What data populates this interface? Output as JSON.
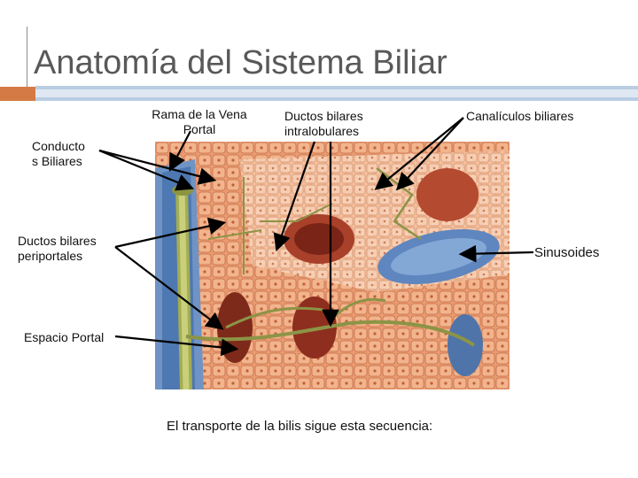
{
  "title": "Anatomía del Sistema Biliar",
  "labels": {
    "conductos_biliares": "Conducto\ns Biliares",
    "rama_vena_portal": "Rama de la Vena\nPortal",
    "ductos_intralobulares": "Ductos bilares\nintralobulares",
    "canaliculos": "Canalículos biliares",
    "ductos_periportales": "Ductos bilares\nperiportales",
    "sinusoides": "Sinusoides",
    "espacio_portal": "Espacio Portal"
  },
  "caption": "El transporte de la bilis sigue esta secuencia:",
  "colors": {
    "accent_orange": "#d47b45",
    "accent_blue": "#b9cde3",
    "title_gray": "#595959",
    "arrow": "#000000"
  }
}
